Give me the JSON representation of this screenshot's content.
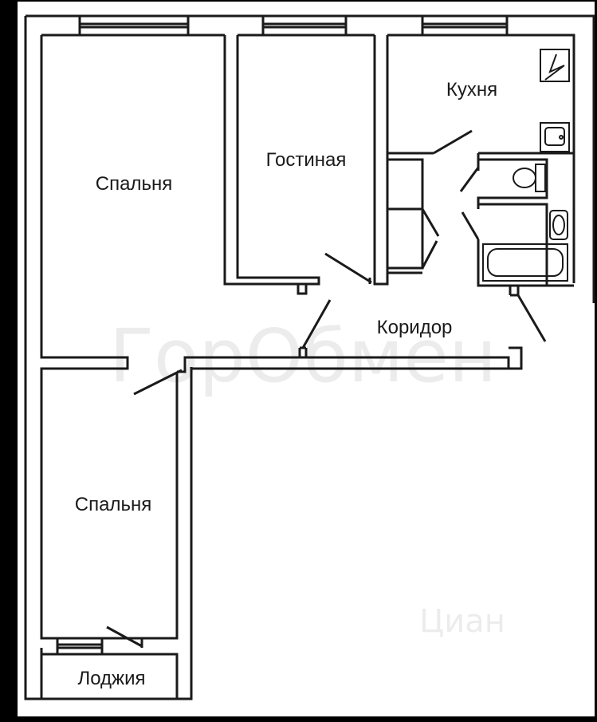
{
  "rooms": {
    "bedroom_top": "Спальня",
    "living_room": "Гостиная",
    "kitchen": "Кухня",
    "corridor": "Коридор",
    "bedroom_bottom": "Спальня",
    "loggia": "Лоджия"
  },
  "watermarks": {
    "center": "ГорОбмен",
    "corner": "Циан"
  },
  "colors": {
    "background": "#000000",
    "paper": "#ffffff",
    "wall": "#1a1a1a",
    "watermark": "#c8c8c8"
  }
}
